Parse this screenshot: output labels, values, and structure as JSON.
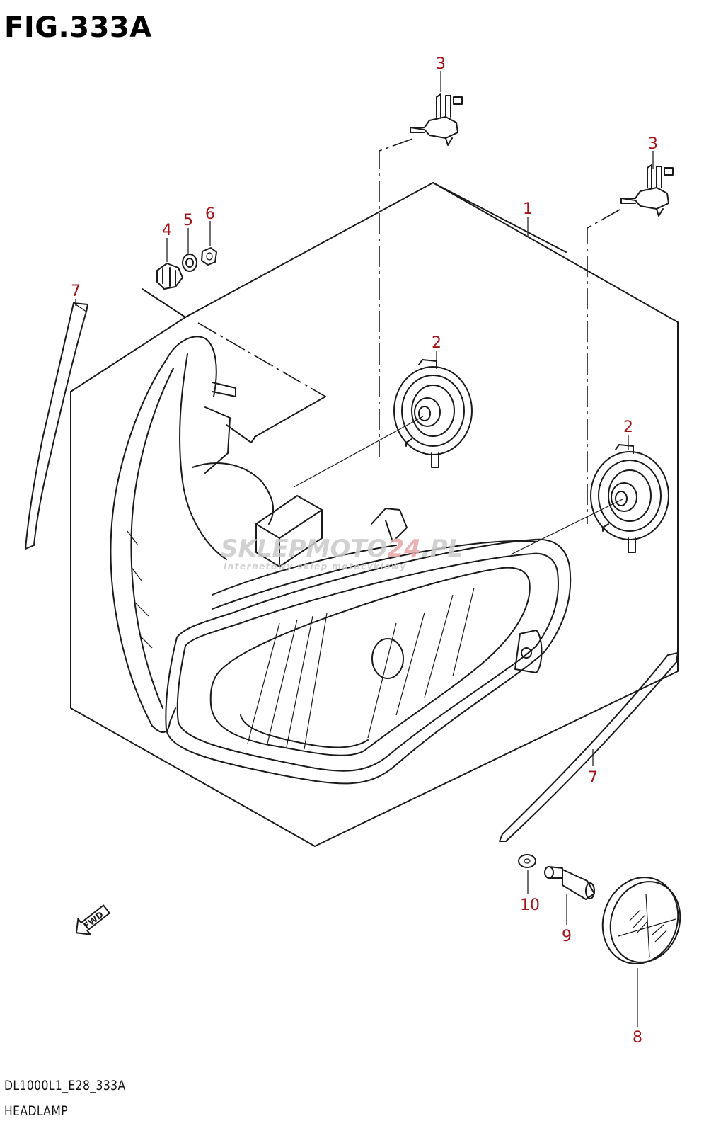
{
  "figure": {
    "title": "FIG.333A"
  },
  "footer": {
    "code": "DL1000L1_E28_333A",
    "name": "HEADLAMP"
  },
  "callouts": [
    {
      "id": "c1",
      "label": "1"
    },
    {
      "id": "c2a",
      "label": "2"
    },
    {
      "id": "c2b",
      "label": "2"
    },
    {
      "id": "c3a",
      "label": "3"
    },
    {
      "id": "c3b",
      "label": "3"
    },
    {
      "id": "c4",
      "label": "4"
    },
    {
      "id": "c5",
      "label": "5"
    },
    {
      "id": "c6",
      "label": "6"
    },
    {
      "id": "c7a",
      "label": "7"
    },
    {
      "id": "c7b",
      "label": "7"
    },
    {
      "id": "c8",
      "label": "8"
    },
    {
      "id": "c9",
      "label": "9"
    },
    {
      "id": "c10",
      "label": "10"
    }
  ],
  "direction_tag": "FWD",
  "watermark": {
    "brand_main": "SKLEPMOTO",
    "brand_accent": "24",
    "brand_suffix": ".PL",
    "tagline": "internetowy sklep motocyklowy"
  },
  "colors": {
    "callout": "#a11318",
    "line": "#1a1a1a",
    "watermark": "#c9c9c9",
    "watermark_accent": "#e7a6a6"
  }
}
